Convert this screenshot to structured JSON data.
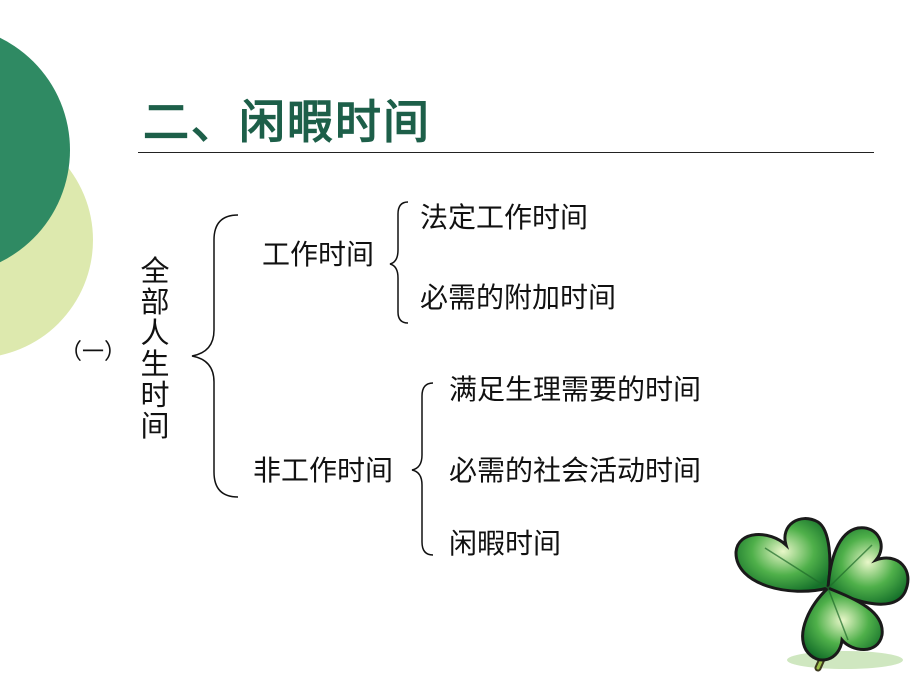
{
  "slide": {
    "title": "二、闲暇时间",
    "section_label": "（一）",
    "root_label": "全部人生时间",
    "branches": [
      {
        "label": "工作时间",
        "children": [
          "法定工作时间",
          "必需的附加时间"
        ]
      },
      {
        "label": "非工作时间",
        "children": [
          "满足生理需要的时间",
          "必需的社会活动时间",
          "闲暇时间"
        ]
      }
    ]
  },
  "theme": {
    "accent_dark": "#2f8a63",
    "accent_light": "#dde9ae",
    "title_color": "#1d5f49",
    "clover_green": "#2e9a3e"
  },
  "decorations": [
    "green-circle-decoration",
    "clover-icon"
  ]
}
